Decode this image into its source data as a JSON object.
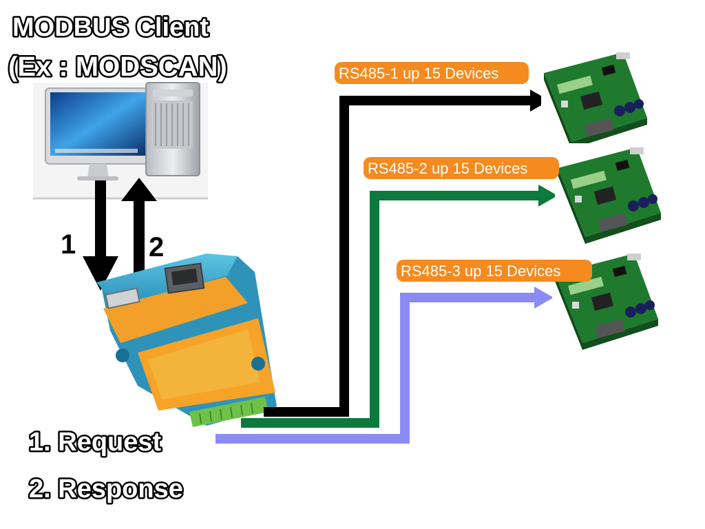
{
  "client": {
    "title_line1": "MODBUS Client",
    "title_line2": "(Ex : MODSCAN)"
  },
  "steps": {
    "request_number": "1",
    "response_number": "2",
    "legend_request": "1. Request",
    "legend_response": "2. Response"
  },
  "buses": [
    {
      "label": "RS485-1 up 15 Devices",
      "color": "#000000"
    },
    {
      "label": "RS485-2 up 15 Devices",
      "color": "#0b7a3c"
    },
    {
      "label": "RS485-3 up 15 Devices",
      "color": "#8a8cf4"
    }
  ],
  "label_color": "#f58a1f"
}
